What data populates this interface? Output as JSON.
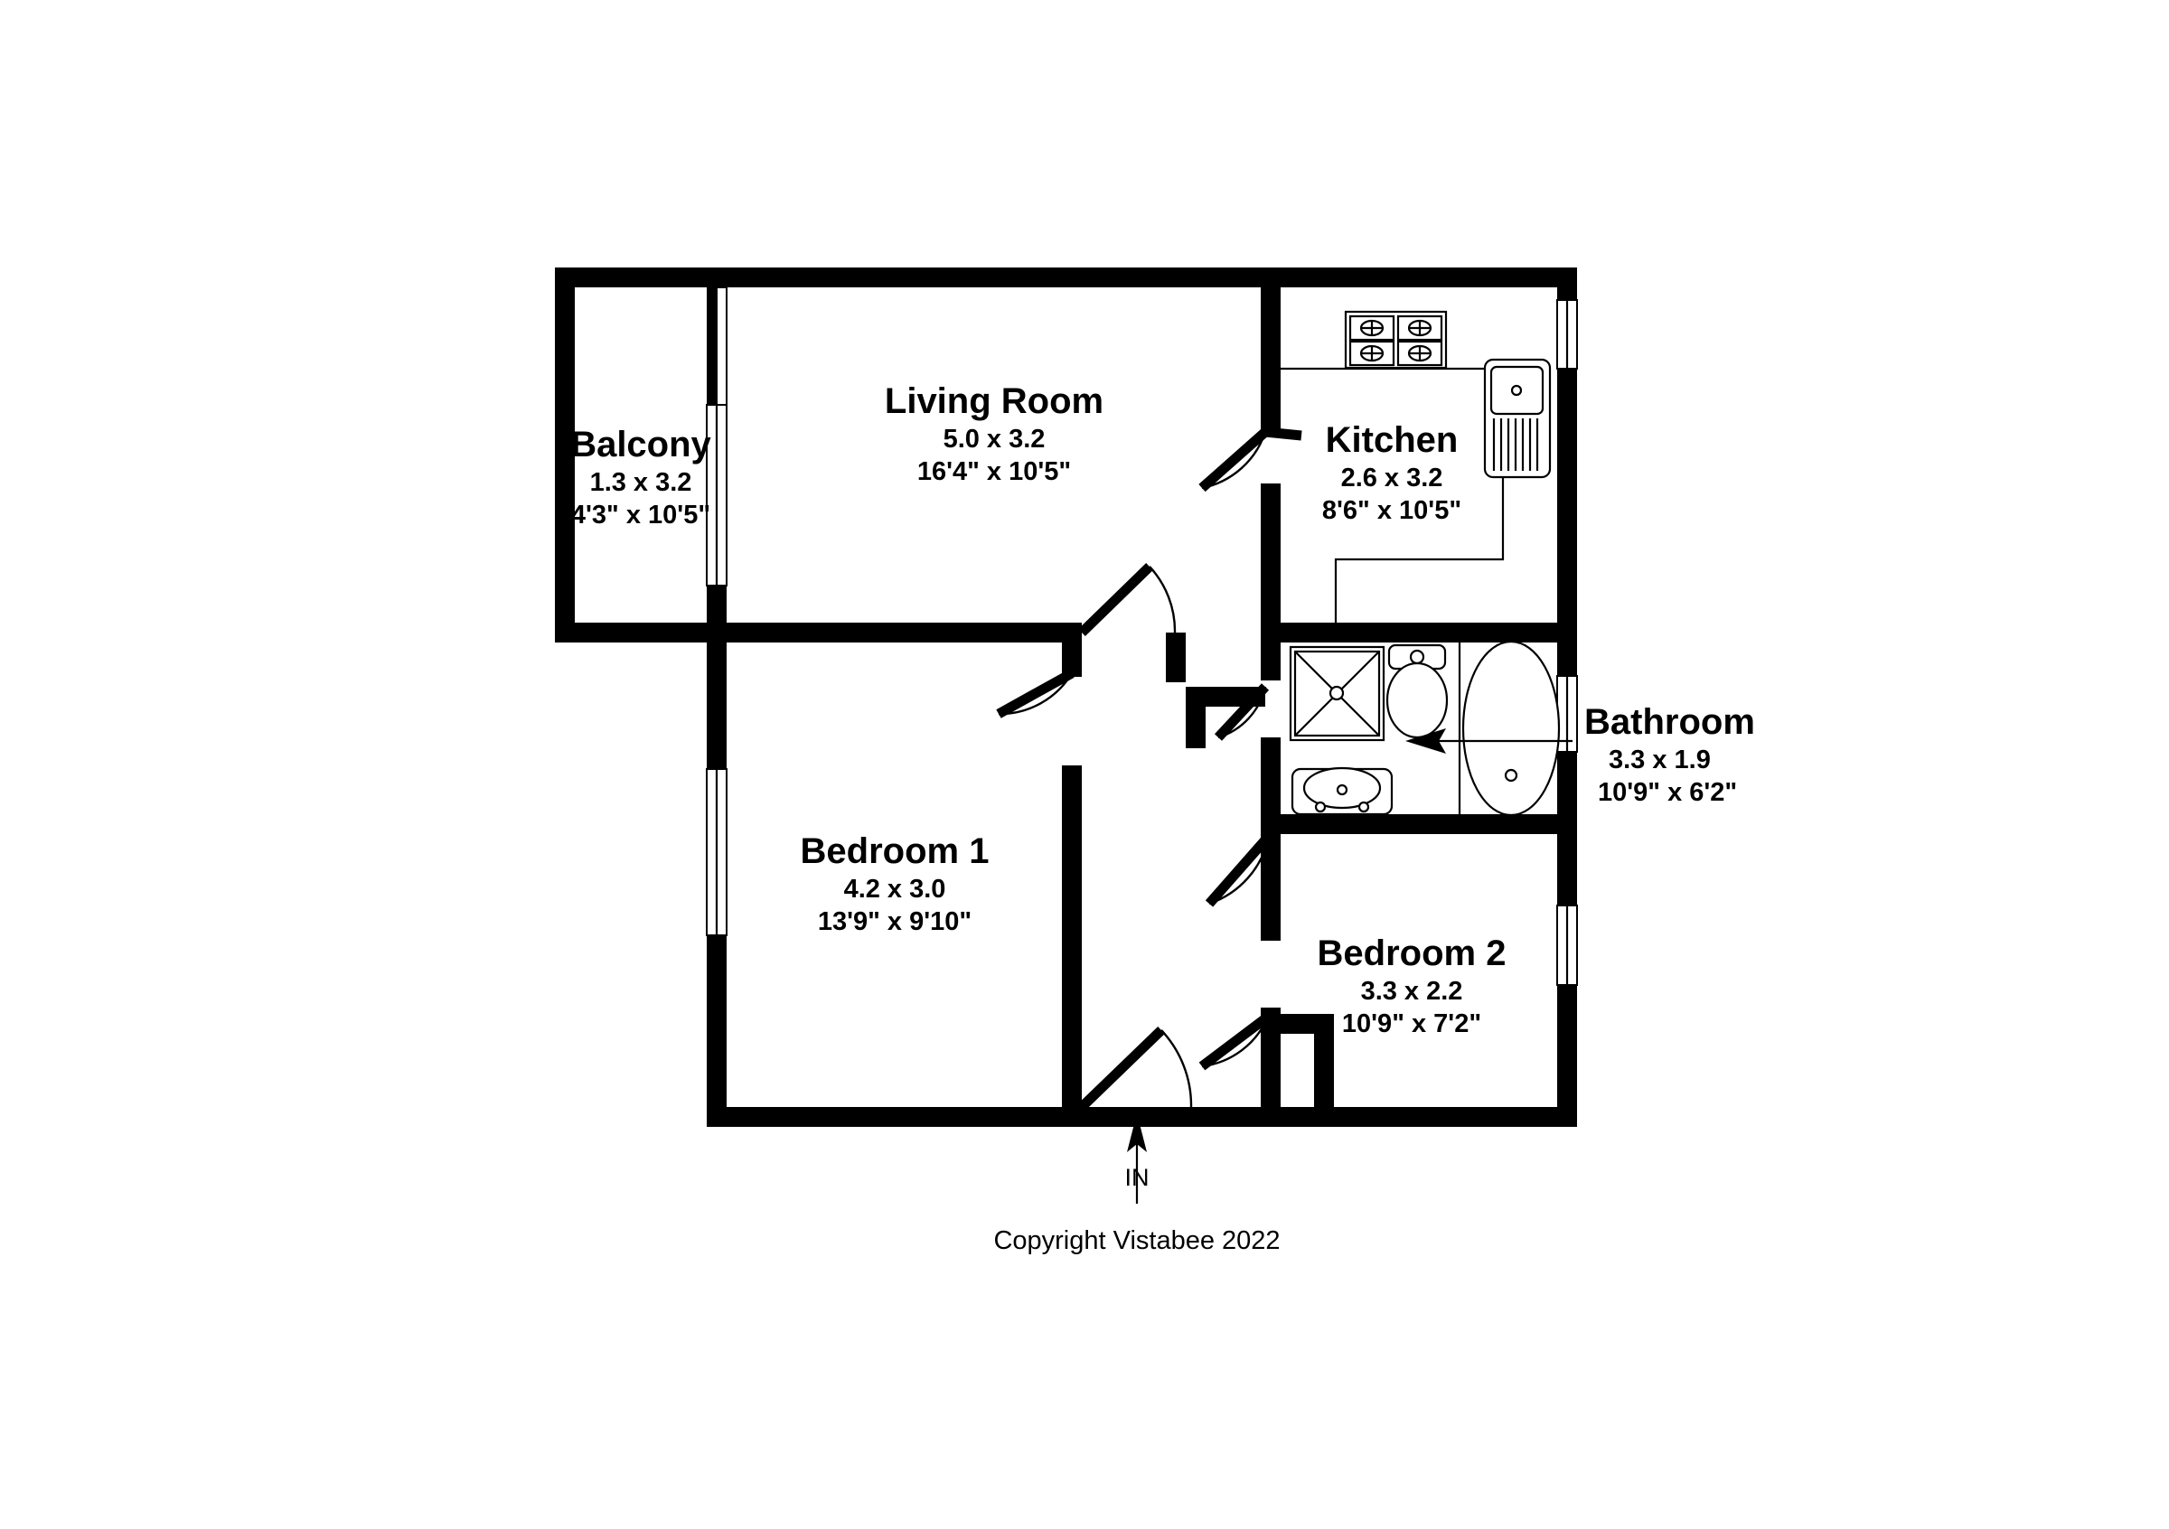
{
  "document": {
    "type": "floor-plan",
    "copyright": "Copyright Vistabee 2022",
    "entrance_marker": "IN",
    "background_color": "#ffffff",
    "line_color": "#000000"
  },
  "rooms": [
    {
      "id": "balcony",
      "name": "Balcony",
      "dim_metric": "1.3 x 3.2",
      "dim_imperial": "4'3\" x 10'5\""
    },
    {
      "id": "living-room",
      "name": "Living Room",
      "dim_metric": "5.0 x 3.2",
      "dim_imperial": "16'4\" x 10'5\""
    },
    {
      "id": "kitchen",
      "name": "Kitchen",
      "dim_metric": "2.6 x 3.2",
      "dim_imperial": "8'6\" x 10'5\""
    },
    {
      "id": "bathroom",
      "name": "Bathroom",
      "dim_metric": "3.3 x 1.9",
      "dim_imperial": "10'9\" x 6'2\""
    },
    {
      "id": "bedroom-1",
      "name": "Bedroom 1",
      "dim_metric": "4.2 x 3.0",
      "dim_imperial": "13'9\" x 9'10\""
    },
    {
      "id": "bedroom-2",
      "name": "Bedroom 2",
      "dim_metric": "3.3 x 2.2",
      "dim_imperial": "10'9\" x 7'2\""
    }
  ],
  "fixtures": [
    {
      "id": "hob",
      "label": "hob-four-burner",
      "room": "kitchen"
    },
    {
      "id": "sink",
      "label": "kitchen-sink-with-drainer",
      "room": "kitchen"
    },
    {
      "id": "shower",
      "label": "shower-tray",
      "room": "bathroom"
    },
    {
      "id": "toilet",
      "label": "toilet-wc",
      "room": "bathroom"
    },
    {
      "id": "bathtub",
      "label": "bathtub",
      "room": "bathroom"
    },
    {
      "id": "basin",
      "label": "wash-basin-vanity",
      "room": "bathroom"
    }
  ],
  "windows": [
    {
      "id": "window-living-left",
      "wall": "left"
    },
    {
      "id": "window-bedroom1-left",
      "wall": "left"
    },
    {
      "id": "window-kitchen-right",
      "wall": "right"
    },
    {
      "id": "window-bathroom-right",
      "wall": "right"
    },
    {
      "id": "window-bedroom2-right",
      "wall": "right"
    }
  ],
  "doors": [
    {
      "id": "door-living-kitchen"
    },
    {
      "id": "door-living-hall"
    },
    {
      "id": "door-bedroom1-hall"
    },
    {
      "id": "door-bathroom-hall"
    },
    {
      "id": "door-bedroom2-hall"
    },
    {
      "id": "door-entrance"
    },
    {
      "id": "door-balcony"
    }
  ]
}
